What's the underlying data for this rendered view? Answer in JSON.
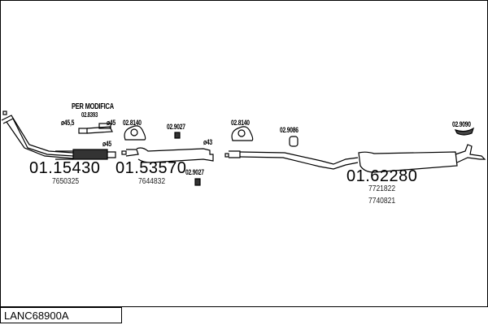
{
  "diagram_code": "LANC68900A",
  "annotation": {
    "text": "PER MODIFICA",
    "part": "02.8393"
  },
  "diameters": [
    "ø45,5",
    "ø45",
    "ø45",
    "ø43"
  ],
  "parts": [
    {
      "number": "01.15430",
      "oe": [
        "7650325"
      ]
    },
    {
      "number": "01.53570",
      "oe": [
        "7644832"
      ]
    },
    {
      "number": "01.62280",
      "oe": [
        "7721822",
        "7740821"
      ]
    }
  ],
  "accessories": [
    "02.8140",
    "02.9027",
    "02.9027",
    "02.8140",
    "02.9086",
    "02.9090"
  ]
}
